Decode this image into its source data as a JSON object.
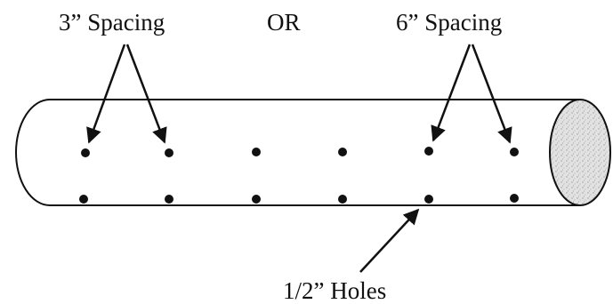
{
  "labels": {
    "left_spacing": "3” Spacing",
    "middle": "OR",
    "right_spacing": "6” Spacing",
    "holes": "1/2” Holes"
  },
  "colors": {
    "ink": "#111111",
    "end_cap_fill": "#d6d6d6",
    "background": "#ffffff"
  }
}
